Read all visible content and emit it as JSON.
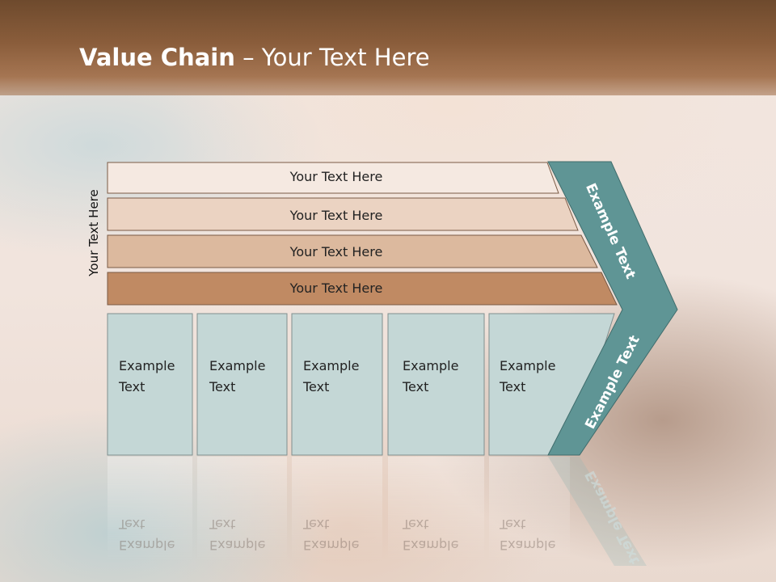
{
  "slide": {
    "title_bold": "Value Chain",
    "title_rest": " – Your Text Here",
    "side_label": "Your Text Here"
  },
  "rows": [
    {
      "label": "Your Text Here",
      "fill": "#f5e9e1"
    },
    {
      "label": "Your Text Here",
      "fill": "#ebd3c2"
    },
    {
      "label": "Your Text Here",
      "fill": "#dcb99e"
    },
    {
      "label": "Your Text Here",
      "fill": "#c08a63"
    }
  ],
  "cells": [
    {
      "line1": "Example",
      "line2": "Text"
    },
    {
      "line1": "Example",
      "line2": "Text"
    },
    {
      "line1": "Example",
      "line2": "Text"
    },
    {
      "line1": "Example",
      "line2": "Text"
    },
    {
      "line1": "Example",
      "line2": "Text"
    }
  ],
  "chevron": {
    "upper_label": "Example Text",
    "lower_label": "Example Text",
    "color": "#5f9595"
  },
  "colors": {
    "header": "#8a5d3b",
    "cell_fill": "#c4d7d6",
    "row_border": "#7a5a45"
  }
}
